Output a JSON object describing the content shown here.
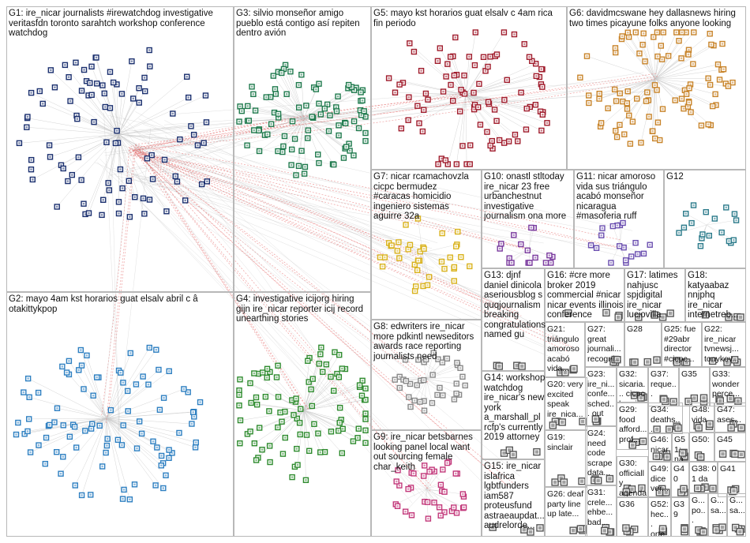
{
  "title": "",
  "groups": [
    {
      "id": "G1",
      "label": "G1: ire_nicar journalists #irewatchdog investigative veritasfdn toronto sarahtch workshop conference watchdog",
      "color": "#1a2f6e"
    },
    {
      "id": "G2",
      "label": "G2: mayo 4am kst horarios guat elsalv abril c â otakittykpop",
      "color": "#2d7fc1"
    },
    {
      "id": "G3",
      "label": "G3: silvio monseñor amigo pueblo está contigo así repiten dentro avión",
      "color": "#1f7a4d"
    },
    {
      "id": "G4",
      "label": "G4: investigative icijorg hiring gijn ire_nicar reporter icij record unearthing stories",
      "color": "#2e8b2e"
    },
    {
      "id": "G5",
      "label": "G5: mayo kst horarios guat elsalv c 4am rica fin periodo",
      "color": "#a01c2c"
    },
    {
      "id": "G6",
      "label": "G6: davidmcswane hey dallasnews hiring two times picayune folks anyone looking",
      "color": "#c8842a"
    },
    {
      "id": "G7",
      "label": "G7: nicar rcamachovzla cicpc bermudez #caracas homicidio ingeniero sistemas aguirre 32a",
      "color": "#d9b21c"
    },
    {
      "id": "G8",
      "label": "G8: edwriters ire_nicar more pdkintl newseditors awards race reporting journalists need",
      "color": "#888888"
    },
    {
      "id": "G9",
      "label": "G9: ire_nicar betsbarnes looking panel local want out sourcing female char_keith",
      "color": "#c2387a"
    },
    {
      "id": "G10",
      "label": "G10: onastl stltoday ire_nicar 23 free urbanchestnut investigative journalism ona more",
      "color": "#7a3a9e"
    },
    {
      "id": "G11",
      "label": "G11: nicar amoroso vida sus triángulo acabó monseñor nicaragua #masoferia ruff",
      "color": "#6b4fb0"
    },
    {
      "id": "G12",
      "label": "G12",
      "color": "#2a7a8a"
    },
    {
      "id": "G13",
      "label": "G13: djnf daniel dinicola aseriousblog s quqjournalism breaking congratulations named gu",
      "color": "#555555"
    },
    {
      "id": "G14",
      "label": "G14: workshop watchdog ire_nicar's new york a_marshall_pl rcfp's currently 2019 attorney",
      "color": "#555555"
    },
    {
      "id": "G15",
      "label": "G15: ire_nicar islafrica lgbtfunders iam587 proteusfund astraeaupdat... audrelorde...",
      "color": "#555555"
    },
    {
      "id": "G16",
      "label": "G16: #cre more broker 2019 commercial #nicar nicar events illinois conference",
      "color": "#555555"
    },
    {
      "id": "G17",
      "label": "G17: latimes nahjusc spjdigital ire_nicar luciovilla",
      "color": "#555555"
    },
    {
      "id": "G18",
      "label": "G18: katyaabaz nnjphq ire_nicar internetreb...",
      "color": "#555555"
    },
    {
      "id": "G19",
      "label": "G19: sinclair",
      "color": "#555555"
    },
    {
      "id": "G20",
      "label": "G20: very excited speak ire_nica...",
      "color": "#555555"
    },
    {
      "id": "G21",
      "label": "G21: triángulo amoroso acabó vida...",
      "color": "#555555"
    },
    {
      "id": "G22",
      "label": "G22: ire_nicar tvnewsj... tonykov...",
      "color": "#555555"
    },
    {
      "id": "G23",
      "label": "G23: ire_ni... confe... sched... out",
      "color": "#555555"
    },
    {
      "id": "G24",
      "label": "G24: need code scrape data...",
      "color": "#555555"
    },
    {
      "id": "G25",
      "label": "G25: fue #29abr director #cicpc...",
      "color": "#555555"
    },
    {
      "id": "G26",
      "label": "G26: deaf party line up late...",
      "color": "#555555"
    },
    {
      "id": "G27",
      "label": "G27: great journali... recogni...",
      "color": "#555555"
    },
    {
      "id": "G28",
      "label": "G28",
      "color": "#555555"
    },
    {
      "id": "G29",
      "label": "G29: food afford... prof...",
      "color": "#555555"
    },
    {
      "id": "G30",
      "label": "G30: officially agenda #ire19...",
      "color": "#555555"
    },
    {
      "id": "G31",
      "label": "G31: crele... ehbe... bad...",
      "color": "#555555"
    },
    {
      "id": "G32",
      "label": "G32: sicaria... cicpc homici...",
      "color": "#555555"
    },
    {
      "id": "G33",
      "label": "G33: wonder perce...",
      "color": "#555555"
    },
    {
      "id": "G34",
      "label": "G34: deaths...",
      "color": "#555555"
    },
    {
      "id": "G35",
      "label": "G35",
      "color": "#555555"
    },
    {
      "id": "G36",
      "label": "G36",
      "color": "#555555"
    },
    {
      "id": "G37",
      "label": "G37: reque...",
      "color": "#555555"
    },
    {
      "id": "G38",
      "label": "G38: 0 1 da",
      "color": "#555555"
    },
    {
      "id": "G39",
      "label": "G39",
      "color": "#555555"
    },
    {
      "id": "G40",
      "label": "G40",
      "color": "#555555"
    },
    {
      "id": "G41",
      "label": "G41",
      "color": "#555555"
    },
    {
      "id": "G45",
      "label": "G45",
      "color": "#555555"
    },
    {
      "id": "G46",
      "label": "G46: nicar",
      "color": "#555555"
    },
    {
      "id": "G47",
      "label": "G47: ases...",
      "color": "#555555"
    },
    {
      "id": "G48",
      "label": "G48: vida",
      "color": "#555555"
    },
    {
      "id": "G49",
      "label": "G49: dice ver...",
      "color": "#555555"
    },
    {
      "id": "G50",
      "label": "G50:",
      "color": "#555555"
    },
    {
      "id": "G51",
      "label": "G51: nam...",
      "color": "#555555"
    },
    {
      "id": "G52",
      "label": "G52: hec... orte...",
      "color": "#555555"
    },
    {
      "id": "Gx1",
      "label": "G... po...",
      "color": "#555555"
    },
    {
      "id": "Gx2",
      "label": "G... sa...",
      "color": "#555555"
    },
    {
      "id": "Gx3",
      "label": "G... sa...",
      "color": "#555555"
    }
  ]
}
